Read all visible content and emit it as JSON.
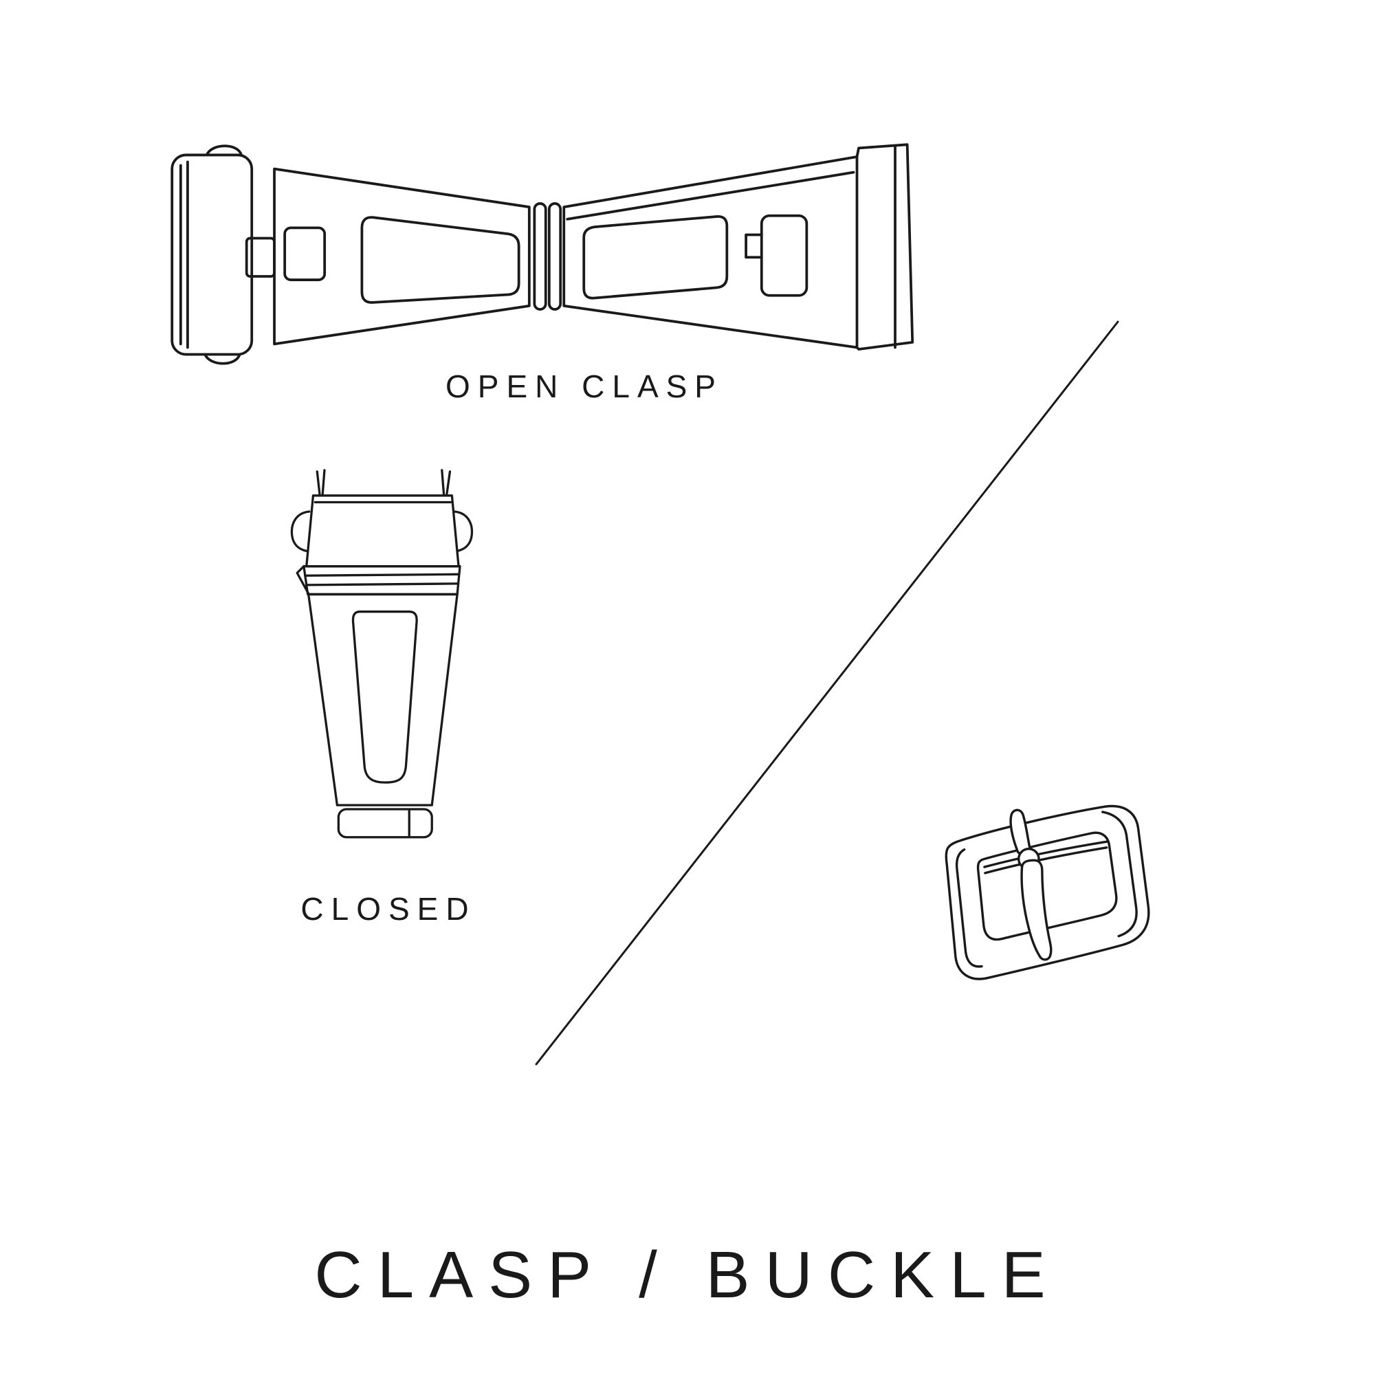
{
  "colors": {
    "line": "#1a1a1a",
    "background": "#ffffff"
  },
  "labels": {
    "open_clasp": "OPEN CLASP",
    "closed": "CLOSED",
    "title": "CLASP / BUCKLE"
  },
  "figures": {
    "open_clasp": {
      "name": "open-clasp-illustration",
      "caption": "OPEN CLASP"
    },
    "closed_clasp": {
      "name": "closed-clasp-illustration",
      "caption": "CLOSED"
    },
    "buckle": {
      "name": "buckle-illustration",
      "caption": ""
    }
  }
}
